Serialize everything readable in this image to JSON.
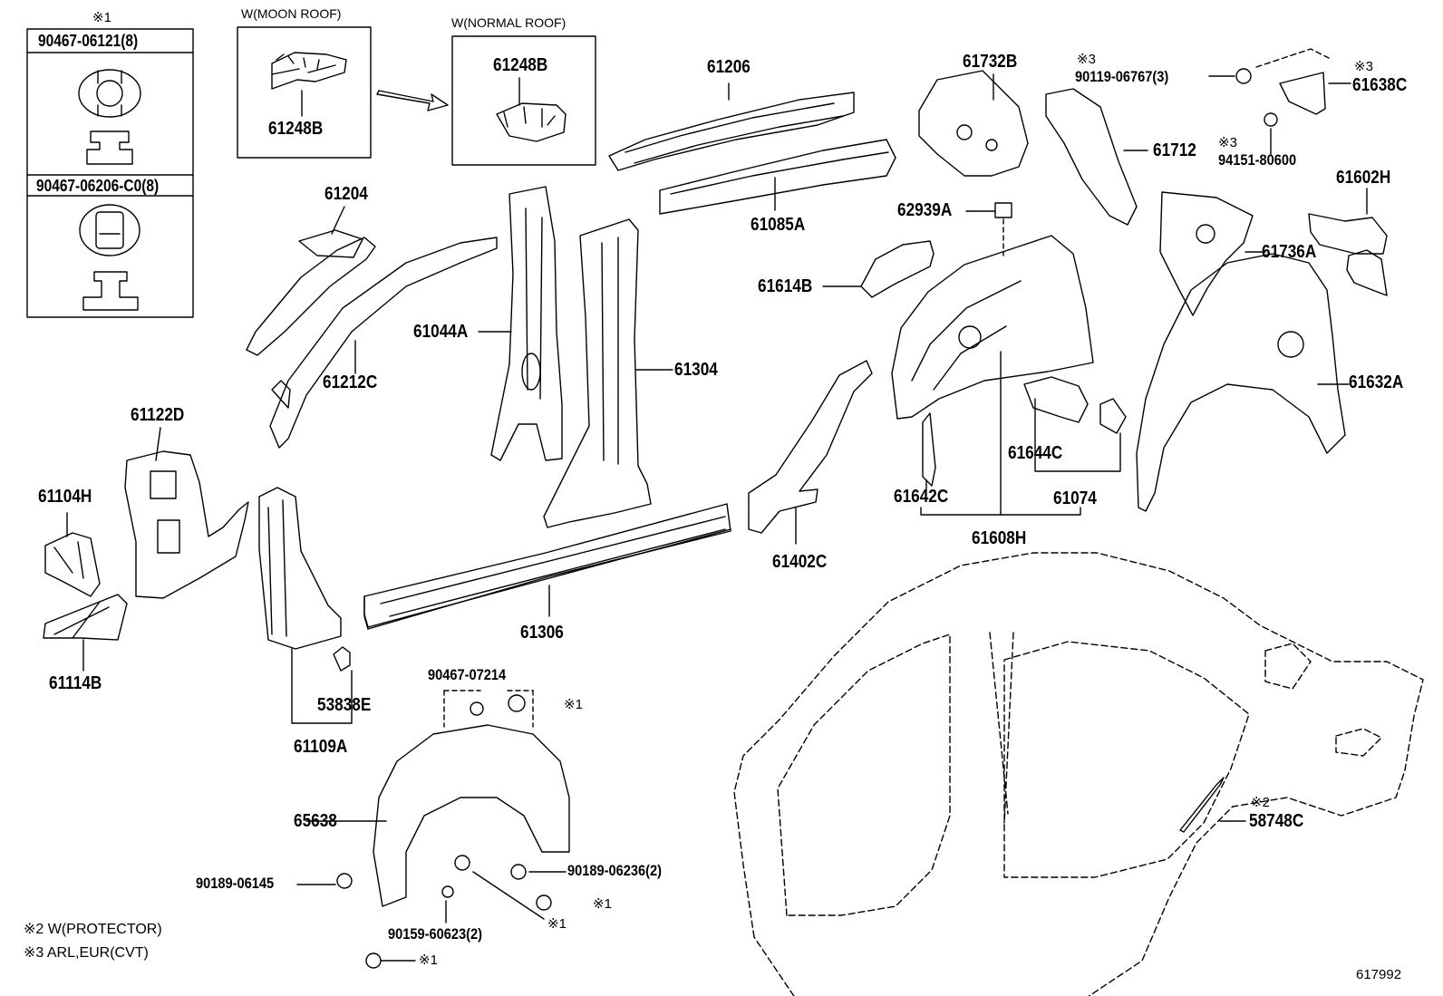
{
  "diagram_id": "617992",
  "clip_box": {
    "mark": "※1",
    "part_top": "90467-06121(8)",
    "part_bottom": "90467-06206-C0(8)"
  },
  "moon_roof_box": {
    "title": "W(MOON ROOF)",
    "part": "61248B"
  },
  "normal_roof_box": {
    "title": "W(NORMAL ROOF)",
    "part": "61248B"
  },
  "labels": {
    "p61206": "61206",
    "p61085A": "61085A",
    "p61204": "61204",
    "p61212C": "61212C",
    "p61044A": "61044A",
    "p61304": "61304",
    "p61122D": "61122D",
    "p61104H": "61104H",
    "p61114B": "61114B",
    "p61109A": "61109A",
    "p53838E": "53838E",
    "p61306": "61306",
    "p61402C": "61402C",
    "p61614B": "61614B",
    "p62939A": "62939A",
    "p61732B": "61732B",
    "p61712": "61712",
    "p61736A": "61736A",
    "p61602H": "61602H",
    "p61638C": "61638C",
    "p61632A": "61632A",
    "p61642C": "61642C",
    "p61644C": "61644C",
    "p61074": "61074",
    "p61608H": "61608H",
    "p65638": "65638",
    "p58748C": "58748C"
  },
  "fasteners": {
    "f90119": "90119-06767(3)",
    "f94151": "94151-80600",
    "f90467_07214": "90467-07214",
    "f90189_06145": "90189-06145",
    "f90189_06236": "90189-06236(2)",
    "f90159": "90159-60623(2)"
  },
  "marks": {
    "m1": "※1",
    "m2": "※2",
    "m3": "※3"
  },
  "notes": {
    "note2": "※2 W(PROTECTOR)",
    "note3": "※3 ARL,EUR(CVT)"
  }
}
